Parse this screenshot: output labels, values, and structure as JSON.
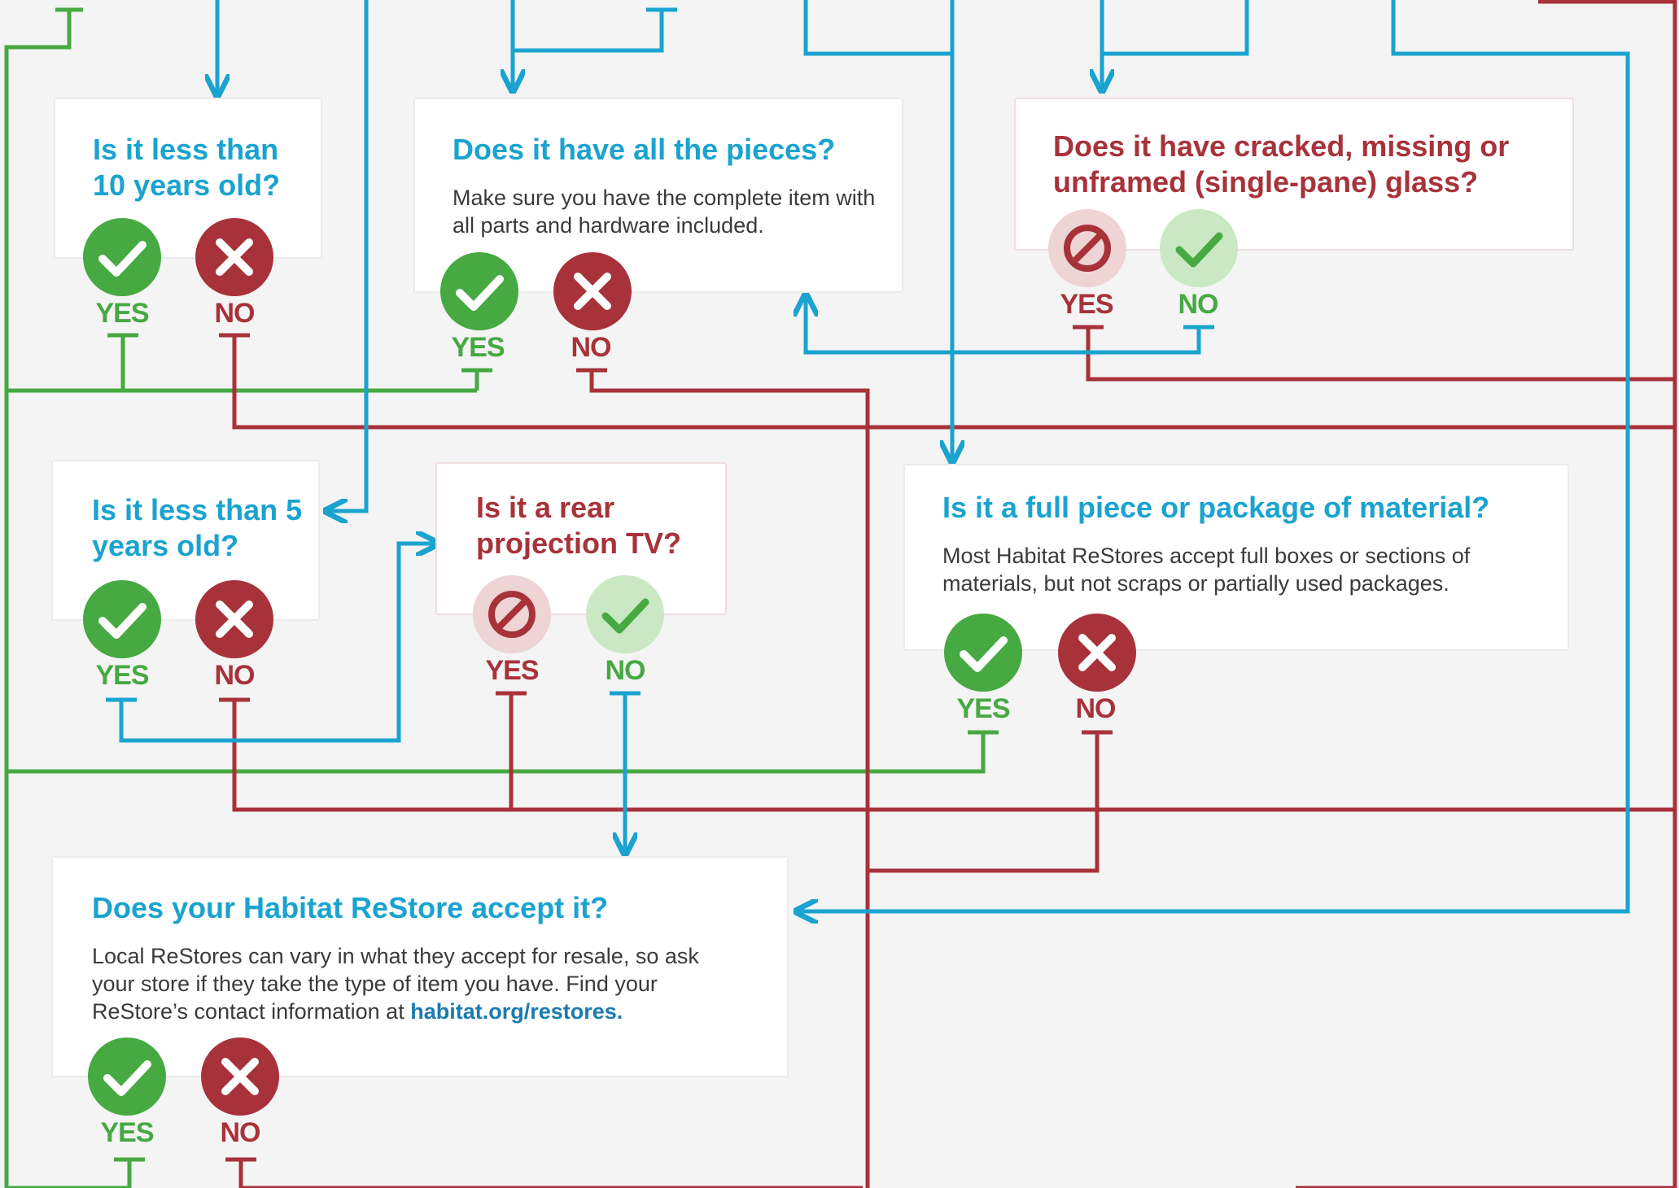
{
  "colors": {
    "blue": "#1aa3cf",
    "green": "#46a942",
    "red": "#a8323a",
    "light_red": "#eed4d4",
    "light_green": "#c9e8c3",
    "background": "#f4f4f4"
  },
  "cards": {
    "ten_years": {
      "question": "Is it less than 10 years old?",
      "yes_label": "YES",
      "no_label": "NO",
      "yes_icon": "check-icon",
      "no_icon": "cross-icon"
    },
    "pieces": {
      "question": "Does it have all the pieces?",
      "description": "Make sure you have the complete item with all parts and hardware included.",
      "yes_label": "YES",
      "no_label": "NO",
      "yes_icon": "check-icon",
      "no_icon": "cross-icon"
    },
    "glass": {
      "question": "Does it have cracked, missing or unframed (single-pane) glass?",
      "yes_label": "YES",
      "no_label": "NO",
      "yes_icon": "prohibit-icon",
      "no_icon": "check-icon"
    },
    "five_years": {
      "question": "Is it less than 5 years old?",
      "yes_label": "YES",
      "no_label": "NO",
      "yes_icon": "check-icon",
      "no_icon": "cross-icon"
    },
    "rear_tv": {
      "question": "Is it a rear projection TV?",
      "yes_label": "YES",
      "no_label": "NO",
      "yes_icon": "prohibit-icon",
      "no_icon": "check-icon"
    },
    "material": {
      "question": "Is it a full piece or package of material?",
      "description": "Most Habitat ReStores accept full boxes or sections of materials, but not scraps or partially used packages.",
      "yes_label": "YES",
      "no_label": "NO",
      "yes_icon": "check-icon",
      "no_icon": "cross-icon"
    },
    "restore": {
      "question": "Does your Habitat ReStore accept it?",
      "description": "Local ReStores can vary in what they accept for resale, so ask your store if they take the type of item you have. Find your ReStore’s contact information at",
      "link_text": "habitat.org/restores",
      "link_suffix": ".",
      "yes_label": "YES",
      "no_label": "NO",
      "yes_icon": "check-icon",
      "no_icon": "cross-icon"
    }
  }
}
